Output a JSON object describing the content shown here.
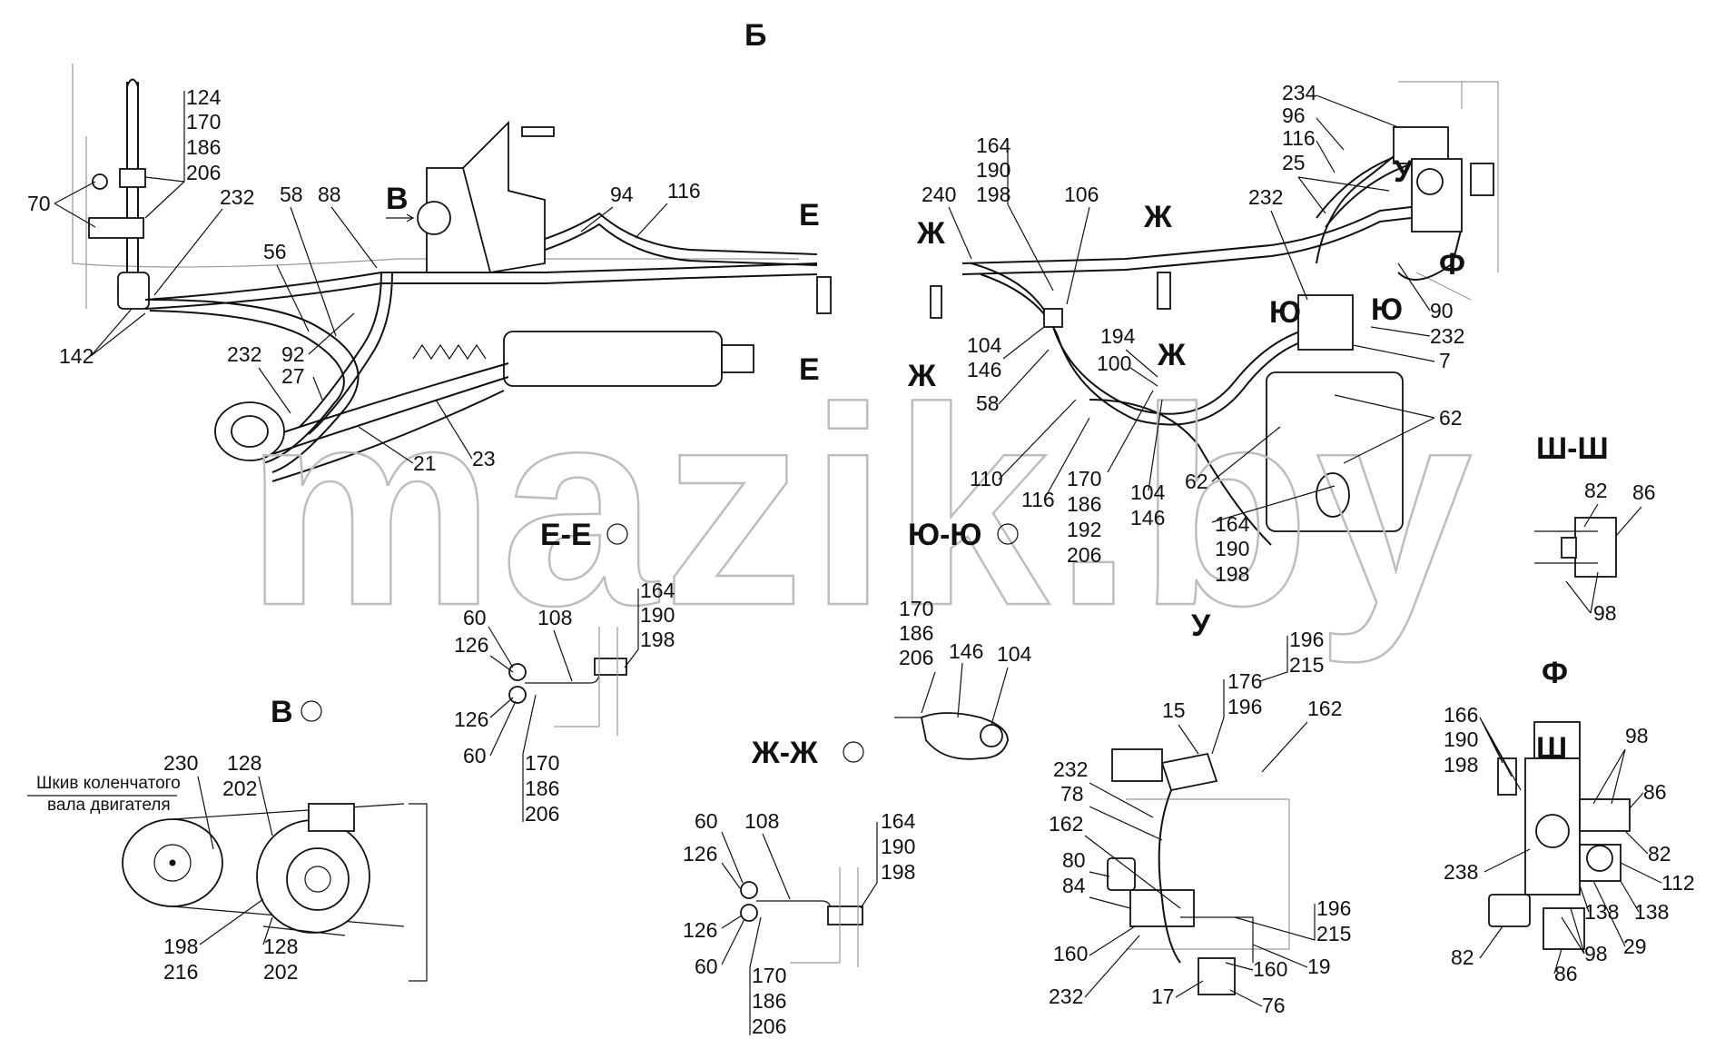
{
  "watermark": "mazik.by",
  "view_labels": {
    "top_view": "Б",
    "v_arrow": "В",
    "e_top": "Е",
    "e_bottom": "Е",
    "zh_left_top": "Ж",
    "zh_left_bottom": "Ж",
    "zh_right_top": "Ж",
    "zh_right_bottom": "Ж",
    "yu_left": "Ю",
    "yu_right": "Ю",
    "u_mark": "У",
    "f_mark": "Ф",
    "sh_sh": "Ш-Ш",
    "e_e": "Е-Е",
    "yu_yu": "Ю-Ю",
    "v_view": "В",
    "zh_zh": "Ж-Ж",
    "u_view": "У",
    "f_view": "Ф",
    "sh_small": "Ш"
  },
  "note": {
    "line1": "Шкив коленчатого",
    "line2": "вала двигателя"
  },
  "callouts": {
    "main_left": {
      "g124": [
        "124",
        "170",
        "186",
        "206"
      ],
      "n70": "70",
      "n232a": "232",
      "n58a": "58",
      "n88": "88",
      "n56": "56",
      "n142": "142",
      "n232b": "232",
      "n92": "92",
      "n27": "27",
      "n21": "21",
      "n23": "23",
      "n94": "94",
      "n116a": "116"
    },
    "main_right": {
      "g164": [
        "164",
        "190",
        "198"
      ],
      "n240": "240",
      "n106": "106",
      "n232c": "232",
      "g234": [
        "234",
        "96",
        "116"
      ],
      "n25": "25",
      "n104a": "104",
      "n146a": "146",
      "n58b": "58",
      "n194": "194",
      "n100": "100",
      "n90": "90",
      "n232d": "232",
      "n7": "7",
      "n62a": "62",
      "n62b": "62",
      "n110": "110",
      "n116b": "116",
      "g170": [
        "170",
        "186",
        "192",
        "206"
      ],
      "n104b": "104",
      "n146b": "146",
      "g164b": [
        "164",
        "190",
        "198"
      ]
    },
    "section_ee": {
      "n60a": "60",
      "n126a": "126",
      "n108": "108",
      "g164": [
        "164",
        "190",
        "198"
      ],
      "n126b": "126",
      "n60b": "60",
      "g170": [
        "170",
        "186",
        "206"
      ]
    },
    "section_yuyu": {
      "g170": [
        "170",
        "186",
        "206"
      ],
      "n146": "146",
      "n104": "104"
    },
    "section_shsh": {
      "n82": "82",
      "n86": "86",
      "n98": "98"
    },
    "view_v": {
      "n230": "230",
      "g128a": [
        "128",
        "202"
      ],
      "g198": [
        "198",
        "216"
      ],
      "g128b": [
        "128",
        "202"
      ]
    },
    "section_zhzh": {
      "n60a": "60",
      "n108": "108",
      "g164": [
        "164",
        "190",
        "198"
      ],
      "n126a": "126",
      "n126b": "126",
      "n60b": "60",
      "g170": [
        "170",
        "186",
        "206"
      ]
    },
    "view_u": {
      "g196a": [
        "196",
        "215"
      ],
      "g176": [
        "176",
        "196"
      ],
      "n15": "15",
      "n162a": "162",
      "n232a": "232",
      "n78": "78",
      "n162b": "162",
      "n80": "80",
      "n84": "84",
      "g196b": [
        "196",
        "215"
      ],
      "n160a": "160",
      "n19": "19",
      "n160b": "160",
      "n232b": "232",
      "n17": "17",
      "n76": "76"
    },
    "view_f": {
      "g166": [
        "166",
        "190",
        "198"
      ],
      "n98a": "98",
      "n86a": "86",
      "n82a": "82",
      "n238": "238",
      "n112": "112",
      "n138a": "138",
      "n138b": "138",
      "n29": "29",
      "n82b": "82",
      "n98b": "98",
      "n86b": "86"
    }
  }
}
